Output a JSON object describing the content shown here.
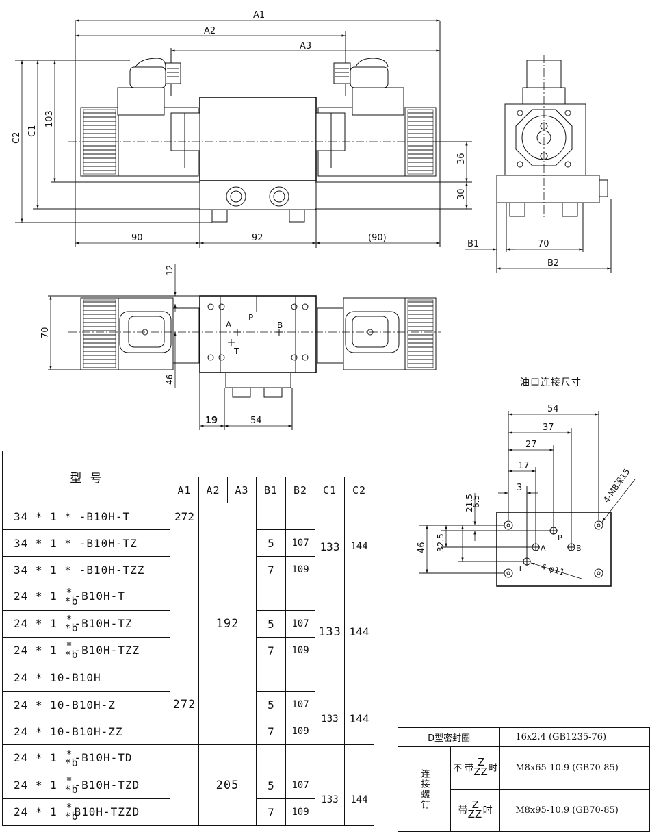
{
  "drawing": {
    "dims_top": {
      "A1": "A1",
      "A2": "A2",
      "A3": "A3",
      "C1": "C1",
      "C2": "C2",
      "d103": "103",
      "d36": "36",
      "d30": "30",
      "d90l": "90",
      "d92": "92",
      "d90r": "(90)"
    },
    "dims_side": {
      "B1": "B1",
      "d70": "70",
      "B2": "B2"
    },
    "dims_plan": {
      "d12": "12",
      "d70": "70",
      "d46": "46",
      "d19": "19",
      "d54": "54",
      "portA": "A",
      "portP": "P",
      "portB": "B",
      "portT": "T"
    },
    "port_detail": {
      "title": "油口连接尺寸",
      "d54": "54",
      "d37": "37",
      "d27": "27",
      "d17": "17",
      "d3": "3",
      "d215": "21.5",
      "d65": "6.5",
      "d325": "32.5",
      "d46": "46",
      "screw_note": "4-M8深15",
      "hole_note": "4-φ11",
      "portP": "P",
      "portA": "A",
      "portB": "B",
      "portT": "T"
    }
  },
  "model_table": {
    "header_model": "型 号",
    "columns": [
      "A1",
      "A2",
      "A3",
      "B1",
      "B2",
      "C1",
      "C2"
    ],
    "groups": [
      {
        "rows": [
          {
            "model_pre": "34 * 1 * -B10H-T"
          },
          {
            "model_pre": "34 * 1 * -B10H-TZ"
          },
          {
            "model_pre": "34 * 1 * -B10H-TZZ"
          }
        ],
        "A1": "272",
        "A2A3": "",
        "C1": "133",
        "C2": "144",
        "b_rows": [
          {
            "B1": "",
            "B2": ""
          },
          {
            "B1": "5",
            "B2": "107"
          },
          {
            "B1": "7",
            "B2": "109"
          }
        ]
      },
      {
        "rows": [
          {
            "model_pre": "24 * 1 ",
            "star": "*",
            "sub": "*b",
            "model_post": "-B10H-T"
          },
          {
            "model_pre": "24 * 1 ",
            "star": "*",
            "sub": "*b",
            "model_post": "-B10H-TZ"
          },
          {
            "model_pre": "24 * 1  ",
            "star": "*",
            "sub": "*b",
            "model_post": "-B10H-TZZ"
          }
        ],
        "A1": "",
        "A2A3": "192",
        "C1": "133",
        "C2": "144",
        "b_rows": [
          {
            "B1": "",
            "B2": ""
          },
          {
            "B1": "5",
            "B2": "107"
          },
          {
            "B1": "7",
            "B2": "109"
          }
        ]
      },
      {
        "rows": [
          {
            "model_pre": "24 * 10-B10H"
          },
          {
            "model_pre": "24 * 10-B10H-Z"
          },
          {
            "model_pre": "24 * 10-B10H-ZZ"
          }
        ],
        "A1": "272",
        "A2A3": "",
        "C1": "133",
        "C2": "144",
        "b_rows": [
          {
            "B1": "",
            "B2": ""
          },
          {
            "B1": "5",
            "B2": "107"
          },
          {
            "B1": "7",
            "B2": "109"
          }
        ]
      },
      {
        "rows": [
          {
            "model_pre": "24 * 1 ",
            "star": "*",
            "sub": "*b",
            "model_post": "-B10H-TD"
          },
          {
            "model_pre": "24 * 1 ",
            "star": "*",
            "sub": "*b",
            "model_post": "-B10H-TZD"
          },
          {
            "model_pre": "24 * 1  ",
            "star": "*",
            "sub": "*b",
            "model_post": "B10H-TZZD"
          }
        ],
        "A1": "",
        "A2A3": "205",
        "C1": "133",
        "C2": "144",
        "b_rows": [
          {
            "B1": "",
            "B2": ""
          },
          {
            "B1": "5",
            "B2": "107"
          },
          {
            "B1": "7",
            "B2": "109"
          }
        ]
      }
    ]
  },
  "seal_table": {
    "seal_label": "D型密封圈",
    "seal_value": "16x2.4 (GB1235-76)",
    "screw_label": "连接螺钉",
    "row1_pre": "不 带",
    "row1_z": "Z",
    "row1_zz": "ZZ",
    "row1_post": "时",
    "row1_value": "M8x65-10.9 (GB70-85)",
    "row2_pre": "带",
    "row2_z": "Z",
    "row2_zz": "ZZ",
    "row2_post": "时",
    "row2_value": "M8x95-10.9 (GB70-85)"
  }
}
